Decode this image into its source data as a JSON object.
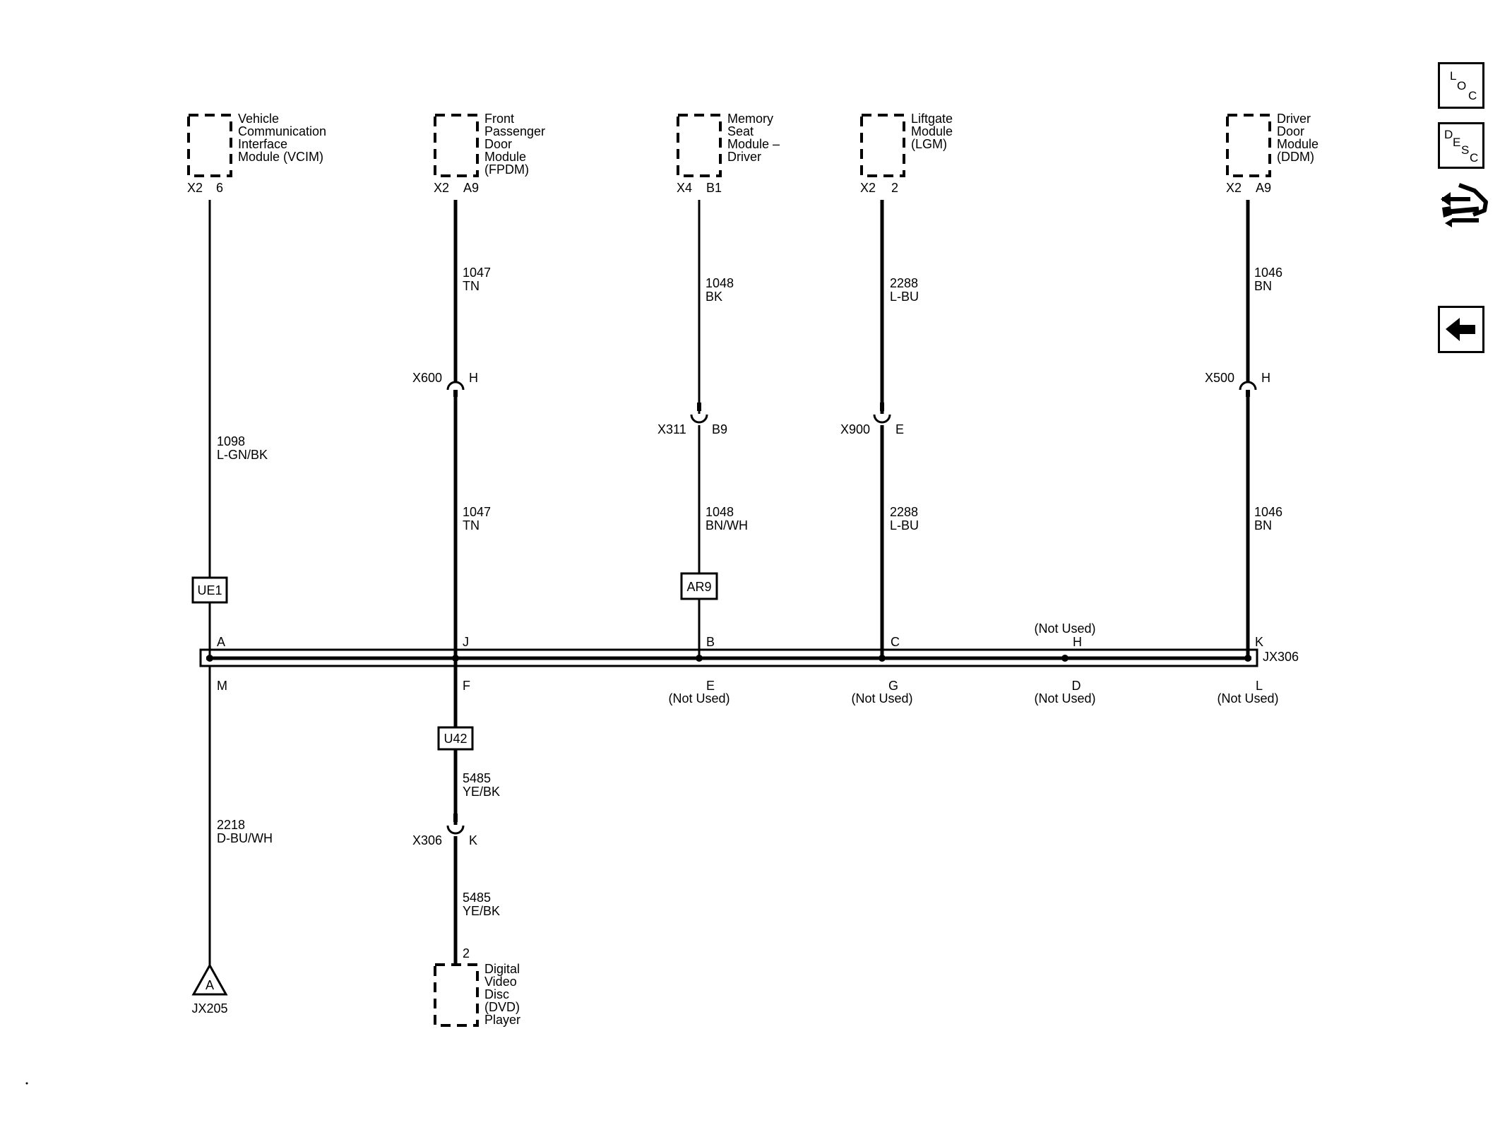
{
  "modules": {
    "vcim": {
      "lines": [
        "Vehicle",
        "Communication",
        "Interface",
        "Module (VCIM)"
      ],
      "conn": "X2",
      "pin": "6"
    },
    "fpdm": {
      "lines": [
        "Front",
        "Passenger",
        "Door",
        "Module",
        "(FPDM)"
      ],
      "conn": "X2",
      "pin": "A9"
    },
    "msm": {
      "lines": [
        "Memory",
        "Seat",
        "Module –",
        "Driver"
      ],
      "conn": "X4",
      "pin": "B1"
    },
    "lgm": {
      "lines": [
        "Liftgate",
        "Module",
        "(LGM)"
      ],
      "conn": "X2",
      "pin": "2"
    },
    "ddm": {
      "lines": [
        "Driver",
        "Door",
        "Module",
        "(DDM)"
      ],
      "conn": "X2",
      "pin": "A9"
    },
    "dvd": {
      "lines": [
        "Digital",
        "Video",
        "Disc",
        "(DVD)",
        "Player"
      ],
      "pin": "2"
    }
  },
  "wires": {
    "fpdm_upper": {
      "circuit": "1047",
      "color": "TN"
    },
    "fpdm_lower": {
      "circuit": "1047",
      "color": "TN"
    },
    "msm_upper": {
      "circuit": "1048",
      "color": "BK"
    },
    "msm_lower": {
      "circuit": "1048",
      "color": "BN/WH"
    },
    "lgm_upper": {
      "circuit": "2288",
      "color": "L-BU"
    },
    "lgm_lower": {
      "circuit": "2288",
      "color": "L-BU"
    },
    "ddm_upper": {
      "circuit": "1046",
      "color": "BN"
    },
    "ddm_lower": {
      "circuit": "1046",
      "color": "BN"
    },
    "vcim": {
      "circuit": "1098",
      "color": "L-GN/BK"
    },
    "jx205": {
      "circuit": "2218",
      "color": "D-BU/WH"
    },
    "dvd_upper": {
      "circuit": "5485",
      "color": "YE/BK"
    },
    "dvd_lower": {
      "circuit": "5485",
      "color": "YE/BK"
    }
  },
  "inline_connectors": {
    "x600": {
      "name": "X600",
      "pin": "H"
    },
    "x311": {
      "name": "X311",
      "pin": "B9"
    },
    "x900": {
      "name": "X900",
      "pin": "E"
    },
    "x500": {
      "name": "X500",
      "pin": "H"
    },
    "x306": {
      "name": "X306",
      "pin": "K"
    }
  },
  "tags": {
    "ue1": "UE1",
    "ar9": "AR9",
    "u42": "U42"
  },
  "splice": {
    "name": "JX306",
    "top_pins": [
      "A",
      "J",
      "B",
      "C",
      "H",
      "K"
    ],
    "bottom_pins": [
      "M",
      "F",
      "E",
      "G",
      "D",
      "L"
    ],
    "not_used": "(Not Used)"
  },
  "offpage": {
    "letter": "A",
    "name": "JX205"
  },
  "nav": {
    "loc": {
      "l1": "L",
      "l2": "O",
      "l3": "C"
    },
    "desc": {
      "l1": "D",
      "l2": "E",
      "l3": "S",
      "l4": "C"
    },
    "back_icon": "left-arrow-icon",
    "tools_icon": "connector-wrench-icon"
  }
}
